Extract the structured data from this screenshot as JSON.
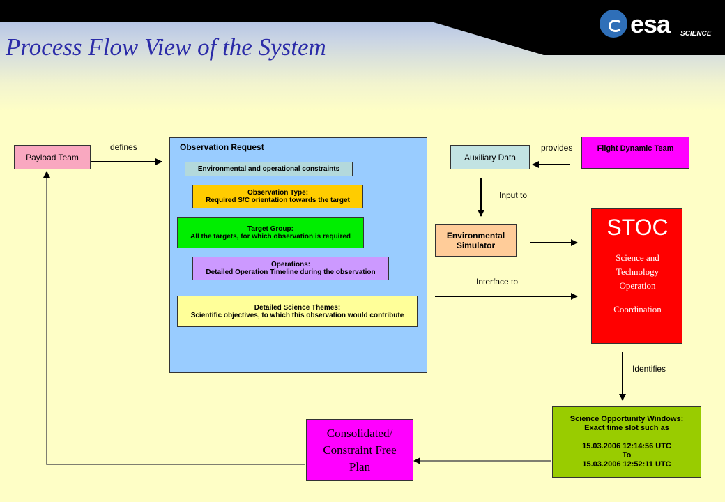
{
  "header": {
    "title": "Process Flow View of the System",
    "logo": {
      "word": "esa",
      "sub": "SCIENCE"
    }
  },
  "boxes": {
    "payload_team": "Payload Team",
    "observation_request": "Observation Request",
    "env_constraints": "Environmental and operational constraints",
    "obs_type_title": "Observation Type:",
    "obs_type_text": "Required S/C orientation towards the target",
    "target_group_title": "Target Group:",
    "target_group_text": "All the targets, for which observation is required",
    "operations_title": "Operations:",
    "operations_text": "Detailed Operation Timeline during the observation",
    "science_themes_title": "Detailed Science Themes:",
    "science_themes_text": "Scientific objectives, to which this observation would contribute",
    "auxiliary_data": "Auxiliary Data",
    "flight_dynamic_team": "Flight Dynamic Team",
    "env_simulator_line1": "Environmental",
    "env_simulator_line2": "Simulator",
    "stoc_title": "STOC",
    "stoc_line1": "Science and",
    "stoc_line2": "Technology",
    "stoc_line3": "Operation",
    "stoc_line4": "Coordination",
    "sow_line1": "Science Opportunity Windows:",
    "sow_line2": "Exact time slot such as",
    "sow_start": "15.03.2006 12:14:56 UTC",
    "sow_to": "To",
    "sow_end": "15.03.2006 12:52:11 UTC",
    "plan_line1": "Consolidated/",
    "plan_line2": "Constraint Free",
    "plan_line3": "Plan"
  },
  "labels": {
    "defines": "defines",
    "provides": "provides",
    "input_to": "Input to",
    "interface_to": "Interface to",
    "identifies": "Identifies"
  },
  "colors": {
    "title": "#2b2ba8",
    "payload_team": "#f9a8c0",
    "observation_request": "#99ccff",
    "env_constraints": "#b3d9dc",
    "obs_type": "#ffcc00",
    "target_group": "#00ee00",
    "operations": "#cc99ff",
    "science_themes": "#ffff99",
    "auxiliary_data": "#c2e3e3",
    "flight_dynamic_team": "#ff00ff",
    "env_simulator": "#ffcc99",
    "stoc": "#ff0000",
    "sow": "#99cc00",
    "plan": "#ff00ff"
  }
}
